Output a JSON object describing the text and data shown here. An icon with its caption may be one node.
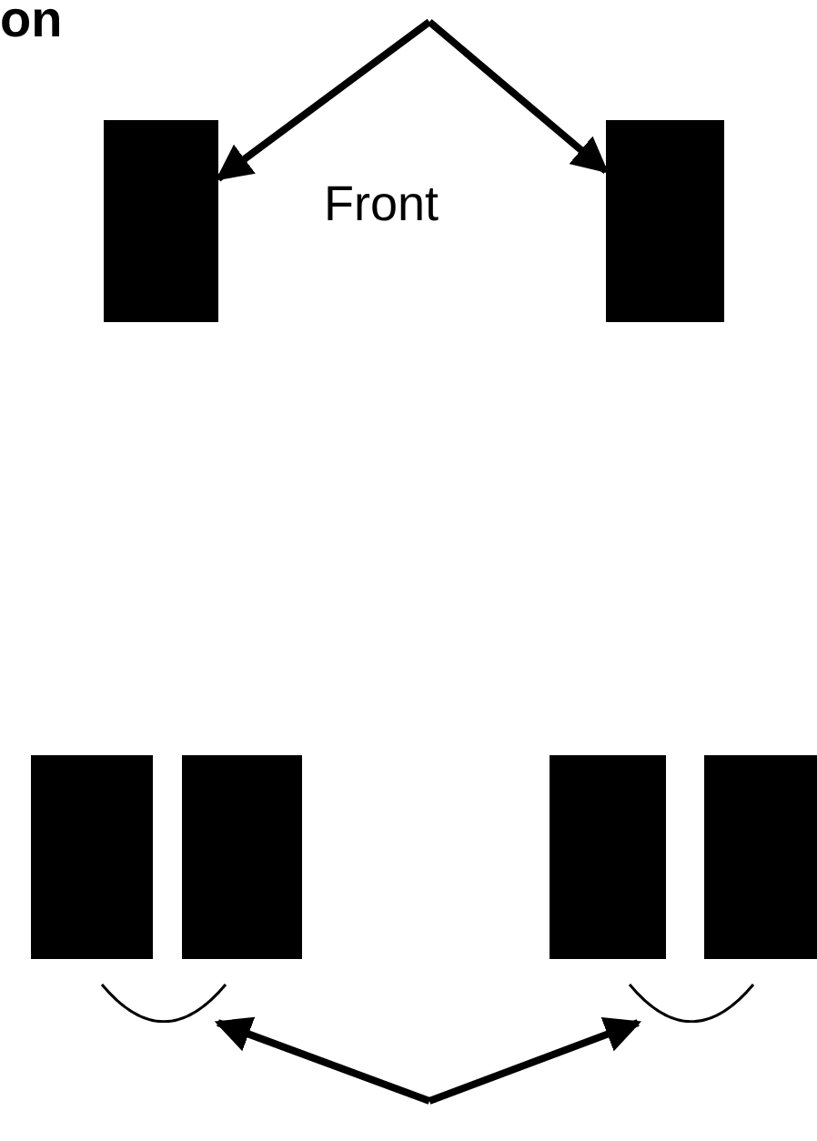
{
  "diagram": {
    "title": "on",
    "nodes": [
      {
        "text": [],
        "shape": "box"
      },
      {
        "text": [],
        "shape": "box"
      },
      {
        "text": [],
        "shape": "box"
      },
      {
        "text": [],
        "shape": "box"
      },
      {
        "text": [],
        "shape": "box"
      },
      {
        "text": [],
        "shape": "box"
      },
      {
        "text": [],
        "shape": "arc"
      },
      {
        "text": [],
        "shape": "arc"
      }
    ],
    "edges": [
      {
        "from": null,
        "to": 0,
        "arrow": "to"
      },
      {
        "from": null,
        "to": 1,
        "arrow": "to"
      },
      {
        "from": null,
        "to": 6,
        "arrow": "to"
      },
      {
        "from": null,
        "to": 7,
        "arrow": "to"
      }
    ],
    "labels": [
      "Front"
    ]
  }
}
